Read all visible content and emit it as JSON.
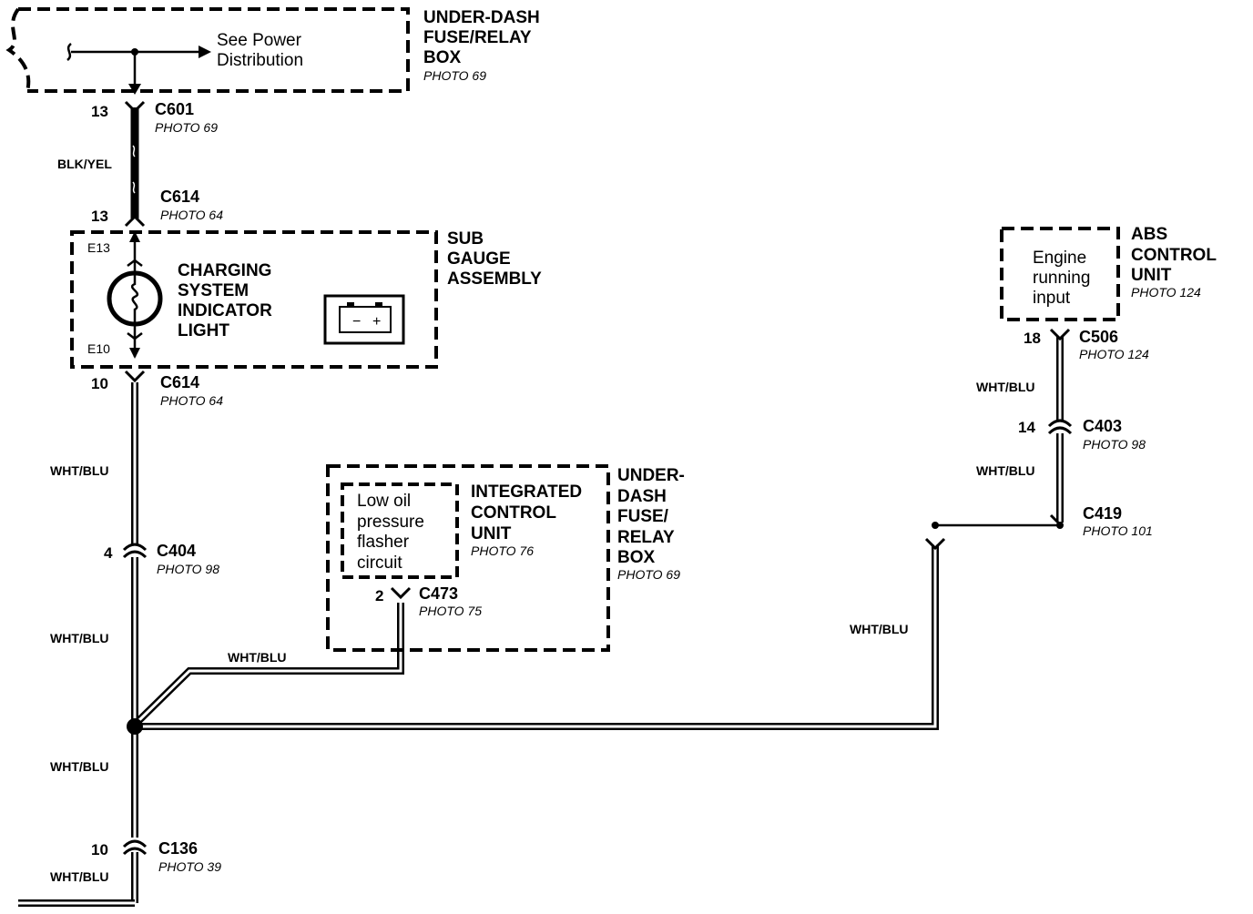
{
  "fuse_box_top": {
    "title": [
      "UNDER-DASH",
      "FUSE/RELAY",
      "BOX"
    ],
    "photo": "PHOTO 69",
    "note": [
      "See Power",
      "Distribution"
    ]
  },
  "c601": {
    "pin": "13",
    "name": "C601",
    "photo": "PHOTO 69"
  },
  "wire_blk_yel": "BLK/YEL",
  "c614_top": {
    "pin": "13",
    "name": "C614",
    "photo": "PHOTO 64"
  },
  "sub_gauge": {
    "title": [
      "SUB",
      "GAUGE",
      "ASSEMBLY"
    ],
    "terminal_top": "E13",
    "terminal_bottom": "E10",
    "light_label": [
      "CHARGING",
      "SYSTEM",
      "INDICATOR",
      "LIGHT"
    ],
    "battery_minus": "−",
    "battery_plus": "+"
  },
  "c614_bottom": {
    "pin": "10",
    "name": "C614",
    "photo": "PHOTO 64"
  },
  "wire_wht_blu": "WHT/BLU",
  "c404": {
    "pin": "4",
    "name": "C404",
    "photo": "PHOTO 98"
  },
  "icu": {
    "inner": [
      "Low oil",
      "pressure",
      "flasher",
      "circuit"
    ],
    "title": [
      "INTEGRATED",
      "CONTROL",
      "UNIT"
    ],
    "photo": "PHOTO 76",
    "box_title": [
      "UNDER-",
      "DASH",
      "FUSE/",
      "RELAY",
      "BOX"
    ],
    "box_photo": "PHOTO 69"
  },
  "c473": {
    "pin": "2",
    "name": "C473",
    "photo": "PHOTO 75"
  },
  "abs": {
    "inner": [
      "Engine",
      "running",
      "input"
    ],
    "title": [
      "ABS",
      "CONTROL",
      "UNIT"
    ],
    "photo": "PHOTO 124"
  },
  "c506": {
    "pin": "18",
    "name": "C506",
    "photo": "PHOTO 124"
  },
  "c403": {
    "pin": "14",
    "name": "C403",
    "photo": "PHOTO 98"
  },
  "c419": {
    "name": "C419",
    "photo": "PHOTO 101"
  },
  "c136": {
    "pin": "10",
    "name": "C136",
    "photo": "PHOTO 39"
  }
}
